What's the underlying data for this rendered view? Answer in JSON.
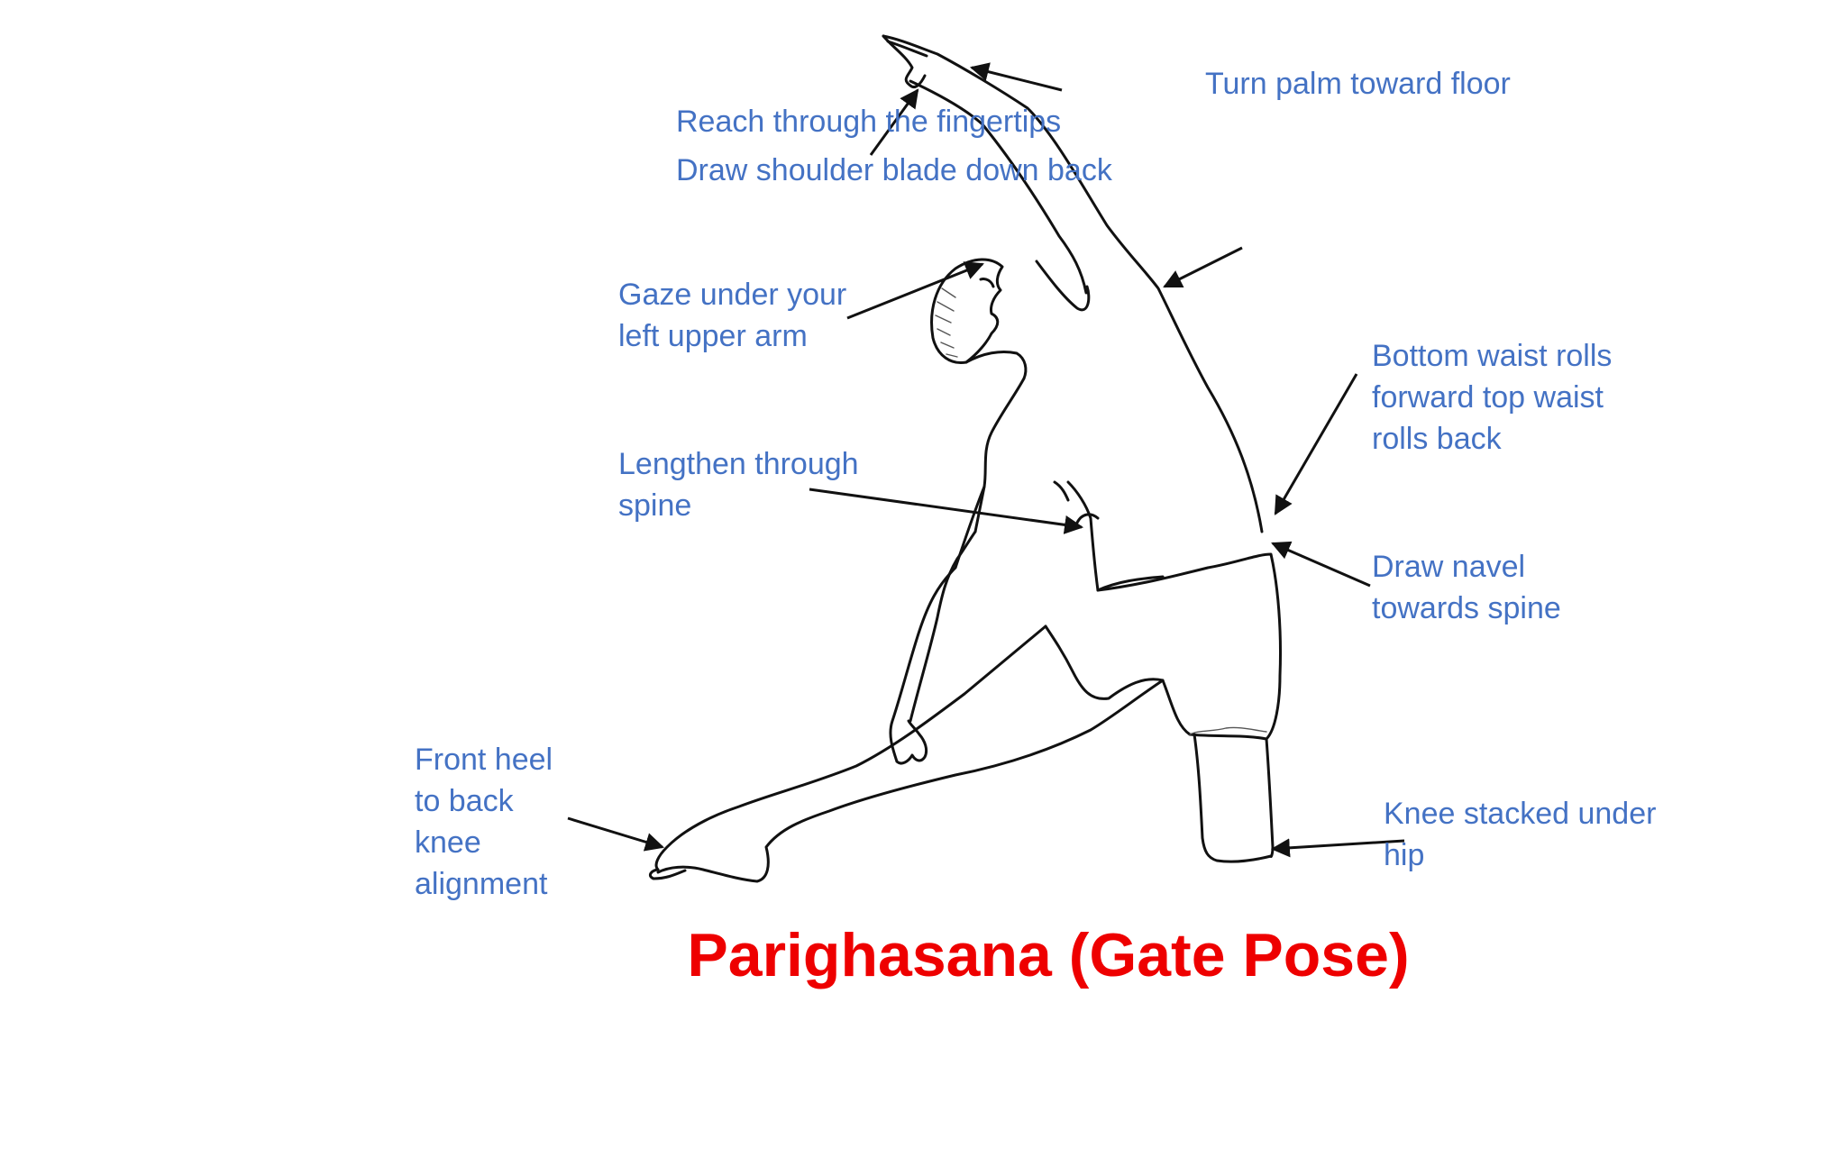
{
  "diagram": {
    "title": "Parighasana (Gate Pose)",
    "title_color": "#ee0000",
    "label_color": "#4472c4",
    "annotations": {
      "palm": {
        "lines": [
          "Turn palm toward floor"
        ]
      },
      "fingertips": {
        "lines": [
          "Reach through the fingertips"
        ]
      },
      "shoulder": {
        "lines": [
          "Draw shoulder blade down back"
        ]
      },
      "gaze": {
        "lines": [
          "Gaze under your",
          "left upper arm"
        ]
      },
      "waist": {
        "lines": [
          "Bottom waist rolls",
          "forward top waist",
          "rolls back"
        ]
      },
      "spine": {
        "lines": [
          "Lengthen through",
          "spine"
        ]
      },
      "navel": {
        "lines": [
          "Draw navel",
          "towards spine"
        ]
      },
      "heel": {
        "lines": [
          "Front heel",
          "to back",
          "knee",
          "alignment"
        ]
      },
      "knee": {
        "lines": [
          "Knee stacked under",
          "hip"
        ]
      }
    }
  }
}
